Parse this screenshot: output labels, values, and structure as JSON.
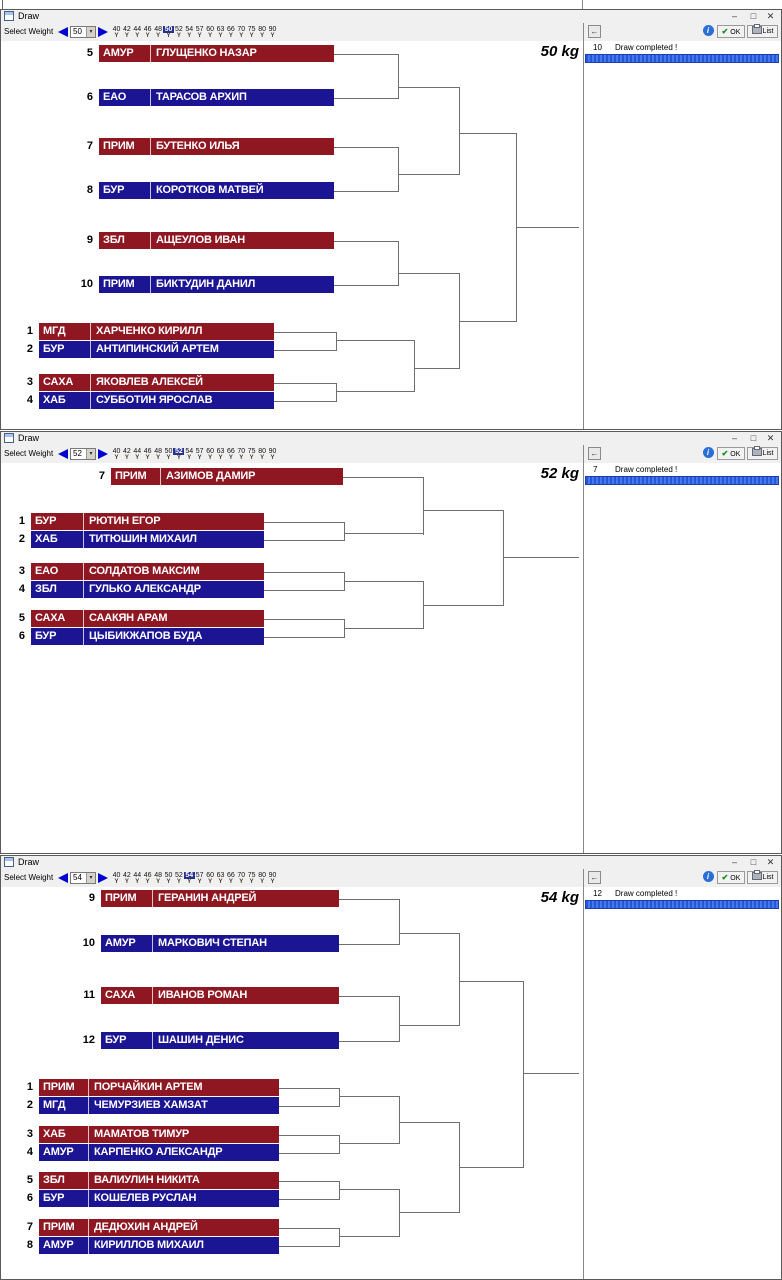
{
  "colors": {
    "red": "#8e1722",
    "blue": "#1b1593",
    "line": "#6e6e6e",
    "selection": "#2f62e2"
  },
  "weights": [
    "40",
    "42",
    "44",
    "46",
    "48",
    "50",
    "52",
    "54",
    "57",
    "60",
    "63",
    "66",
    "70",
    "75",
    "80",
    "90"
  ],
  "weight_mark": "Y",
  "windows": [
    {
      "title": "Draw",
      "controls": {
        "minimize": "–",
        "maximize": "□",
        "close": "✕"
      },
      "toolbar": {
        "select_weight_label": "Select Weight",
        "weight_value": "50",
        "combo_arrow": "▾"
      },
      "selected_weight": "50",
      "weight_kg_label": "50 kg",
      "panel": {
        "back_label": "←",
        "info_label": "i",
        "ok_label": "OK",
        "list_label": "List",
        "count": "10",
        "status": "Draw completed !"
      },
      "entrants": [
        {
          "seed": "5",
          "region": "АМУР",
          "name": "ГЛУЩЕНКО НАЗАР",
          "color": "red"
        },
        {
          "seed": "6",
          "region": "ЕАО",
          "name": "ТАРАСОВ АРХИП",
          "color": "blue"
        },
        {
          "seed": "7",
          "region": "ПРИМ",
          "name": "БУТЕНКО ИЛЬЯ",
          "color": "red"
        },
        {
          "seed": "8",
          "region": "БУР",
          "name": "КОРОТКОВ МАТВЕЙ",
          "color": "blue"
        },
        {
          "seed": "9",
          "region": "ЗБЛ",
          "name": "АЩЕУЛОВ ИВАН",
          "color": "red"
        },
        {
          "seed": "10",
          "region": "ПРИМ",
          "name": "БИКТУДИН ДАНИЛ",
          "color": "blue"
        },
        {
          "seed": "1",
          "region": "МГД",
          "name": "ХАРЧЕНКО КИРИЛЛ",
          "color": "red"
        },
        {
          "seed": "2",
          "region": "БУР",
          "name": "АНТИПИНСКИЙ АРТЕМ",
          "color": "blue"
        },
        {
          "seed": "3",
          "region": "САХА",
          "name": "ЯКОВЛЕВ АЛЕКСЕЙ",
          "color": "red"
        },
        {
          "seed": "4",
          "region": "ХАБ",
          "name": "СУББОТИН ЯРОСЛАВ",
          "color": "blue"
        }
      ]
    },
    {
      "title": "Draw",
      "controls": {
        "minimize": "–",
        "maximize": "□",
        "close": "✕"
      },
      "toolbar": {
        "select_weight_label": "Select Weight",
        "weight_value": "52",
        "combo_arrow": "▾"
      },
      "selected_weight": "52",
      "weight_kg_label": "52 kg",
      "panel": {
        "back_label": "←",
        "info_label": "i",
        "ok_label": "OK",
        "list_label": "List",
        "count": "7",
        "status": "Draw completed !"
      },
      "entrants": [
        {
          "seed": "7",
          "region": "ПРИМ",
          "name": "АЗИМОВ ДАМИР",
          "color": "red"
        },
        {
          "seed": "1",
          "region": "БУР",
          "name": "РЮТИН ЕГОР",
          "color": "red"
        },
        {
          "seed": "2",
          "region": "ХАБ",
          "name": "ТИТЮШИН МИХАИЛ",
          "color": "blue"
        },
        {
          "seed": "3",
          "region": "ЕАО",
          "name": "СОЛДАТОВ МАКСИМ",
          "color": "red"
        },
        {
          "seed": "4",
          "region": "ЗБЛ",
          "name": "ГУЛЬКО АЛЕКСАНДР",
          "color": "blue"
        },
        {
          "seed": "5",
          "region": "САХА",
          "name": "СААКЯН АРАМ",
          "color": "red"
        },
        {
          "seed": "6",
          "region": "БУР",
          "name": "ЦЫБИКЖАПОВ БУДА",
          "color": "blue"
        }
      ]
    },
    {
      "title": "Draw",
      "controls": {
        "minimize": "–",
        "maximize": "□",
        "close": "✕"
      },
      "toolbar": {
        "select_weight_label": "Select Weight",
        "weight_value": "54",
        "combo_arrow": "▾"
      },
      "selected_weight": "54",
      "weight_kg_label": "54 kg",
      "panel": {
        "back_label": "←",
        "info_label": "i",
        "ok_label": "OK",
        "list_label": "List",
        "count": "12",
        "status": "Draw completed !"
      },
      "entrants": [
        {
          "seed": "9",
          "region": "ПРИМ",
          "name": "ГЕРАНИН АНДРЕЙ",
          "color": "red"
        },
        {
          "seed": "10",
          "region": "АМУР",
          "name": "МАРКОВИЧ СТЕПАН",
          "color": "blue"
        },
        {
          "seed": "11",
          "region": "САХА",
          "name": "ИВАНОВ РОМАН",
          "color": "red"
        },
        {
          "seed": "12",
          "region": "БУР",
          "name": "ШАШИН ДЕНИС",
          "color": "blue"
        },
        {
          "seed": "1",
          "region": "ПРИМ",
          "name": "ПОРЧАЙКИН АРТЕМ",
          "color": "red"
        },
        {
          "seed": "2",
          "region": "МГД",
          "name": "ЧЕМУРЗИЕВ ХАМЗАТ",
          "color": "blue"
        },
        {
          "seed": "3",
          "region": "ХАБ",
          "name": "МАМАТОВ ТИМУР",
          "color": "red"
        },
        {
          "seed": "4",
          "region": "АМУР",
          "name": "КАРПЕНКО АЛЕКСАНДР",
          "color": "blue"
        },
        {
          "seed": "5",
          "region": "ЗБЛ",
          "name": "ВАЛИУЛИН НИКИТА",
          "color": "red"
        },
        {
          "seed": "6",
          "region": "БУР",
          "name": "КОШЕЛЕВ РУСЛАН",
          "color": "blue"
        },
        {
          "seed": "7",
          "region": "ПРИМ",
          "name": "ДЕДЮХИН АНДРЕЙ",
          "color": "red"
        },
        {
          "seed": "8",
          "region": "АМУР",
          "name": "КИРИЛЛОВ МИХАИЛ",
          "color": "blue"
        }
      ]
    }
  ]
}
